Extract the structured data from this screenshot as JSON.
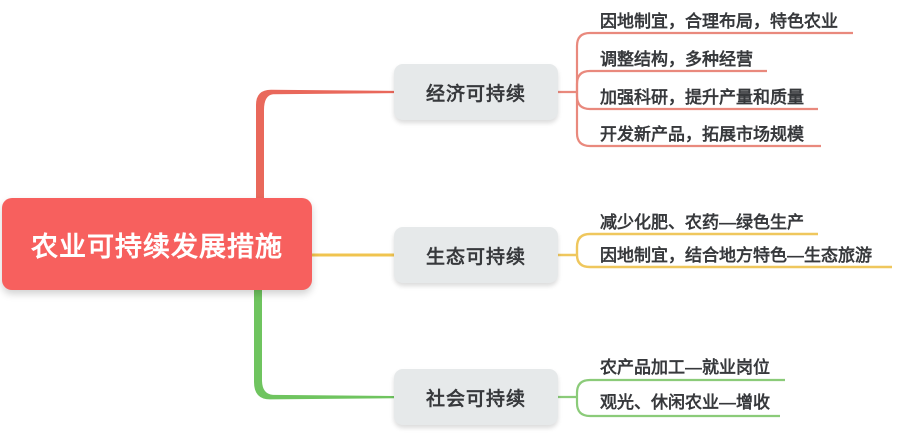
{
  "root": {
    "label": "农业可持续发展措施"
  },
  "colors": {
    "canvas_bg": "#ffffff",
    "root_bg": "#f7605e",
    "root_text": "#ffffff",
    "branch_bg": "#e6e9ea",
    "branch_text": "#37393c",
    "leaf_text": "#37393c"
  },
  "branches": [
    {
      "label": "经济可持续",
      "trunk_color": "#e9685b",
      "leaf_line_color": "#e9897d",
      "leaves": [
        "因地制宜，合理布局，特色农业",
        "调整结构，多种经营",
        "加强科研，提升产量和质量",
        "开发新产品，拓展市场规模"
      ]
    },
    {
      "label": "生态可持续",
      "trunk_color": "#f0c44f",
      "leaf_line_color": "#efc75d",
      "leaves": [
        "减少化肥、农药—绿色生产",
        "因地制宜，结合地方特色—生态旅游"
      ]
    },
    {
      "label": "社会可持续",
      "trunk_color": "#6fc45f",
      "leaf_line_color": "#8bcb79",
      "leaves": [
        "农产品加工—就业岗位",
        "观光、休闲农业—增收"
      ]
    }
  ]
}
